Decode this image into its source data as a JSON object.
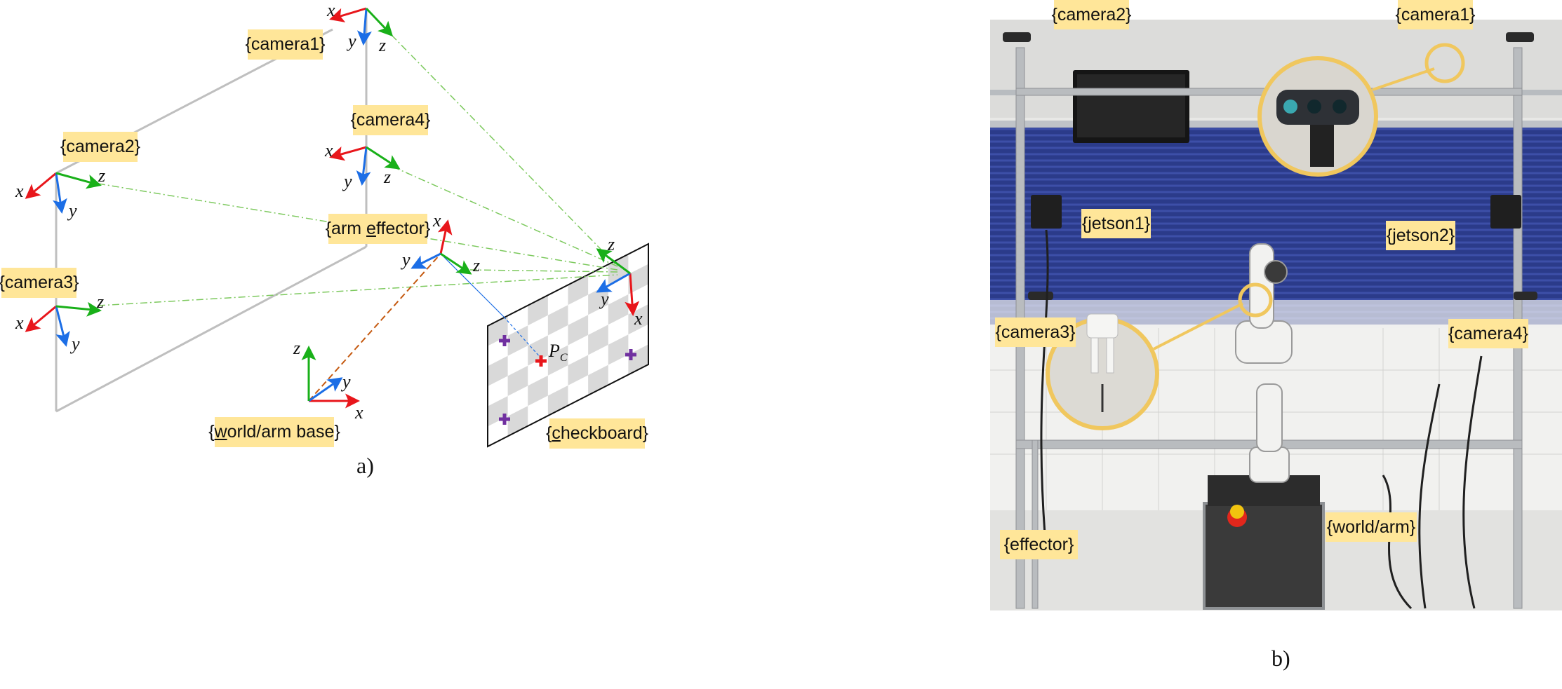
{
  "panel_a": {
    "caption": "a)",
    "frames": {
      "camera1": "{camera1}",
      "camera2": "{camera2}",
      "camera3": "{camera3}",
      "camera4": "{camera4}",
      "arm_effector_pre": "{arm ",
      "arm_effector_u": "e",
      "arm_effector_post": "ffector}",
      "world_pre": "{",
      "world_u": "w",
      "world_post": "orld/arm base}",
      "checkboard_pre": "{",
      "checkboard_u": "c",
      "checkboard_post": "heckboard}"
    },
    "axes": {
      "x": "x",
      "y": "y",
      "z": "z"
    },
    "point_label": "P",
    "point_sub": "C",
    "colors": {
      "x_axis": "#e8161b",
      "y_axis": "#1c6ee6",
      "z_axis": "#19b019",
      "marker": "#7030a0",
      "label_bg": "#ffe699",
      "sightline": "#7dc95e",
      "world_link": "#c55a11"
    }
  },
  "panel_b": {
    "caption": "b)",
    "labels": {
      "camera2": "{camera2}",
      "camera1": "{camera1}",
      "jetson1": "{jetson1}",
      "jetson2": "{jetson2}",
      "camera3": "{camera3}",
      "camera4": "{camera4}",
      "effector": "{effector}",
      "world_arm": "{world/arm}"
    }
  }
}
